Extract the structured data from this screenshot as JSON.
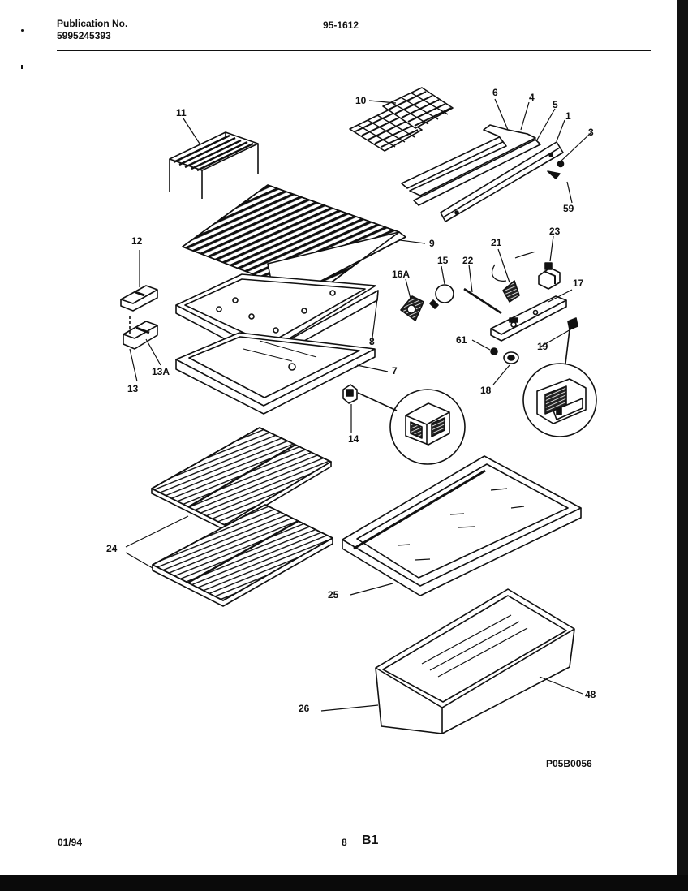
{
  "header": {
    "publication_label": "Publication No.",
    "publication_number": "5995245393",
    "model": "95-1612"
  },
  "diagram": {
    "code": "P05B0056",
    "callouts": {
      "c1": "1",
      "c3": "3",
      "c4": "4",
      "c5": "5",
      "c6": "6",
      "c7": "7",
      "c8": "8",
      "c9": "9",
      "c10": "10",
      "c11": "11",
      "c12": "12",
      "c13": "13",
      "c13a": "13A",
      "c14": "14",
      "c15": "15",
      "c16a": "16A",
      "c17": "17",
      "c18": "18",
      "c19": "19",
      "c21": "21",
      "c22": "22",
      "c23": "23",
      "c24": "24",
      "c25": "25",
      "c26": "26",
      "c48": "48",
      "c59": "59",
      "c61": "61"
    }
  },
  "footer": {
    "date": "01/94",
    "page": "8",
    "section": "B1"
  }
}
